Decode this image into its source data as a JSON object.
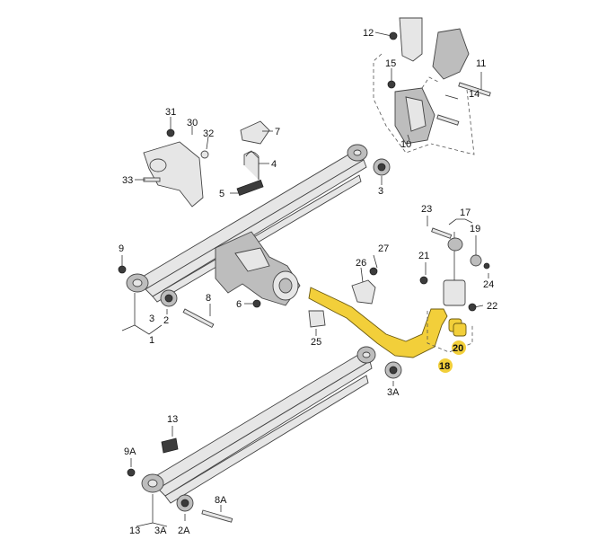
{
  "diagram": {
    "callouts": {
      "p1": "1",
      "p2": "2",
      "p2A": "2A",
      "p3": "3",
      "p3b": "3",
      "p3A": "3A",
      "p3Ab": "3A",
      "p4": "4",
      "p5": "5",
      "p6": "6",
      "p7": "7",
      "p8": "8",
      "p8A": "8A",
      "p9": "9",
      "p9A": "9A",
      "p10": "10",
      "p11": "11",
      "p12": "12",
      "p13a": "13",
      "p13b": "13",
      "p14": "14",
      "p15": "15",
      "p17": "17",
      "p18": "18",
      "p19": "19",
      "p20": "20",
      "p21": "21",
      "p22": "22",
      "p23": "23",
      "p24": "24",
      "p25": "25",
      "p26": "26",
      "p27": "27",
      "p30": "30",
      "p31": "31",
      "p32": "32",
      "p33": "33"
    },
    "highlight_color": "#f2cf3a"
  }
}
